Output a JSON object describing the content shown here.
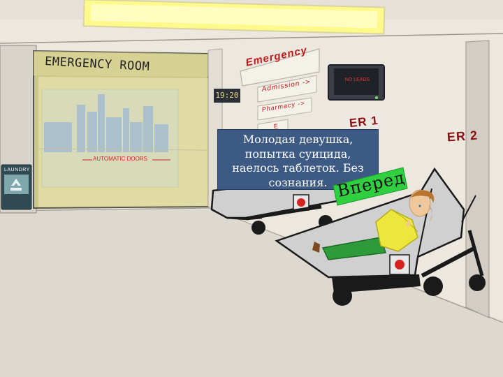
{
  "room": {
    "sign_title": "EMERGENCY ROOM",
    "clock": "19:20",
    "door_label": "AUTOMATIC DOORS",
    "laundry_label": "LAUNDRY",
    "monitor_text": "NO LEADS",
    "er1": "ER 1",
    "er2": "ER 2"
  },
  "wall_signs": {
    "emergency": "Emergency",
    "admission": "Admission ->",
    "pharmacy": "Pharmacy ->",
    "partial": "E"
  },
  "dialog": {
    "lines": [
      "Молодая девушка,",
      "попытка суицида,",
      "наелось таблеток. Без",
      "сознания."
    ]
  },
  "next_button": {
    "label": "Вперед",
    "color": "#2fcf3f"
  },
  "colors": {
    "wall": "#ece8e0",
    "floor": "#ddd9d1",
    "stretcher_mattress": "#c9c9c9",
    "stretcher_frame": "#1a1a1a",
    "red_button": "#d6231f",
    "patient_shirt": "#ede63d",
    "patient_pants": "#2f9a3a",
    "patient_skin": "#f0c79a",
    "patient_hair": "#b8762e",
    "dialog_bg": "#3d5a84",
    "sign_red": "#c01818"
  }
}
